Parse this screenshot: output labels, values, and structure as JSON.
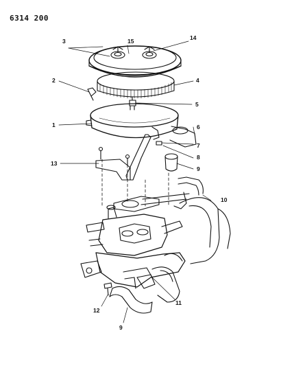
{
  "figure_code": "6314 200",
  "callouts": [
    "1",
    "2",
    "3",
    "4",
    "5",
    "6",
    "7",
    "8",
    "9",
    "9",
    "10",
    "11",
    "12",
    "13",
    "14",
    "15"
  ],
  "colors": {
    "ink": "#111111",
    "paper": "#ffffff"
  }
}
